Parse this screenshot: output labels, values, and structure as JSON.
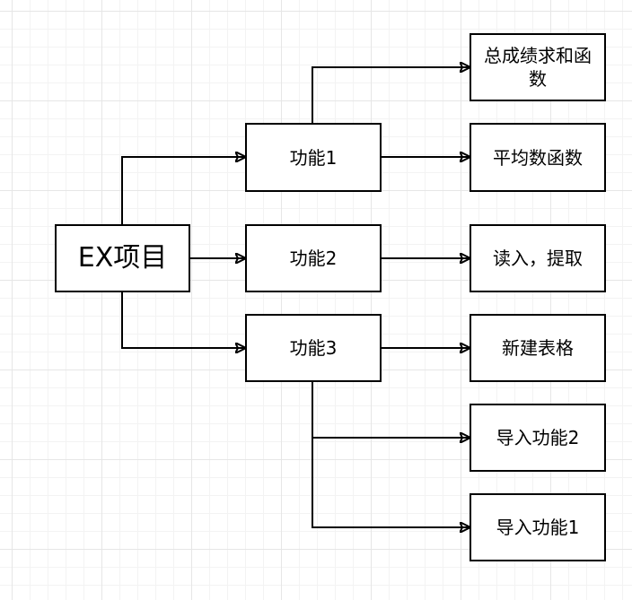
{
  "diagram": {
    "nodes": {
      "root": "EX项目",
      "func1": "功能1",
      "func2": "功能2",
      "func3": "功能3",
      "sum": "总成绩求和函数",
      "avg": "平均数函数",
      "read": "读入，提取",
      "newtable": "新建表格",
      "import2": "导入功能2",
      "import1": "导入功能1"
    },
    "edges": [
      {
        "from": "root",
        "to": "func1"
      },
      {
        "from": "root",
        "to": "func2"
      },
      {
        "from": "root",
        "to": "func3"
      },
      {
        "from": "func1",
        "to": "sum"
      },
      {
        "from": "func1",
        "to": "avg"
      },
      {
        "from": "func2",
        "to": "read"
      },
      {
        "from": "func3",
        "to": "newtable"
      },
      {
        "from": "func3",
        "to": "import2"
      },
      {
        "from": "func3",
        "to": "import1"
      }
    ],
    "colors": {
      "stroke": "#000000",
      "fill": "#ffffff",
      "grid": "#e6e6e6"
    }
  }
}
